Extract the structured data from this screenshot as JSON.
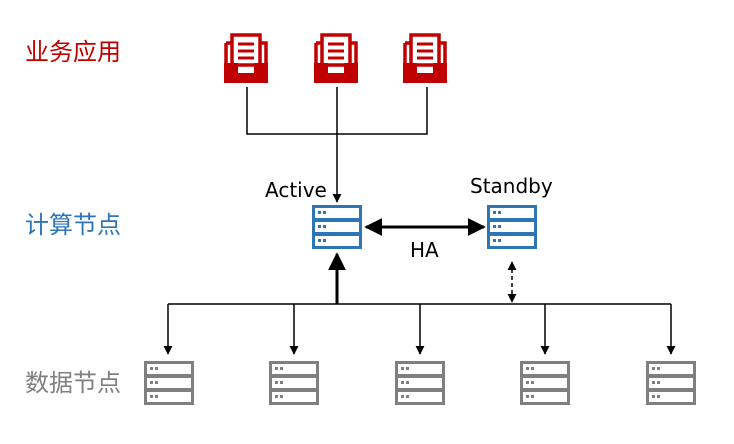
{
  "tiers": {
    "application": "业务应用",
    "compute": "计算节点",
    "data": "数据节点"
  },
  "compute_nodes": {
    "active_label": "Active",
    "standby_label": "Standby",
    "ha_label": "HA"
  },
  "counts": {
    "application_icons": 3,
    "compute_servers": 2,
    "data_servers": 5
  },
  "colors": {
    "application": "#c00000",
    "compute": "#2e75b6",
    "data": "#7f7f7f",
    "connector": "#000000"
  },
  "icons": {
    "application": "document-tray-icon",
    "compute": "server-icon",
    "data": "server-icon"
  }
}
